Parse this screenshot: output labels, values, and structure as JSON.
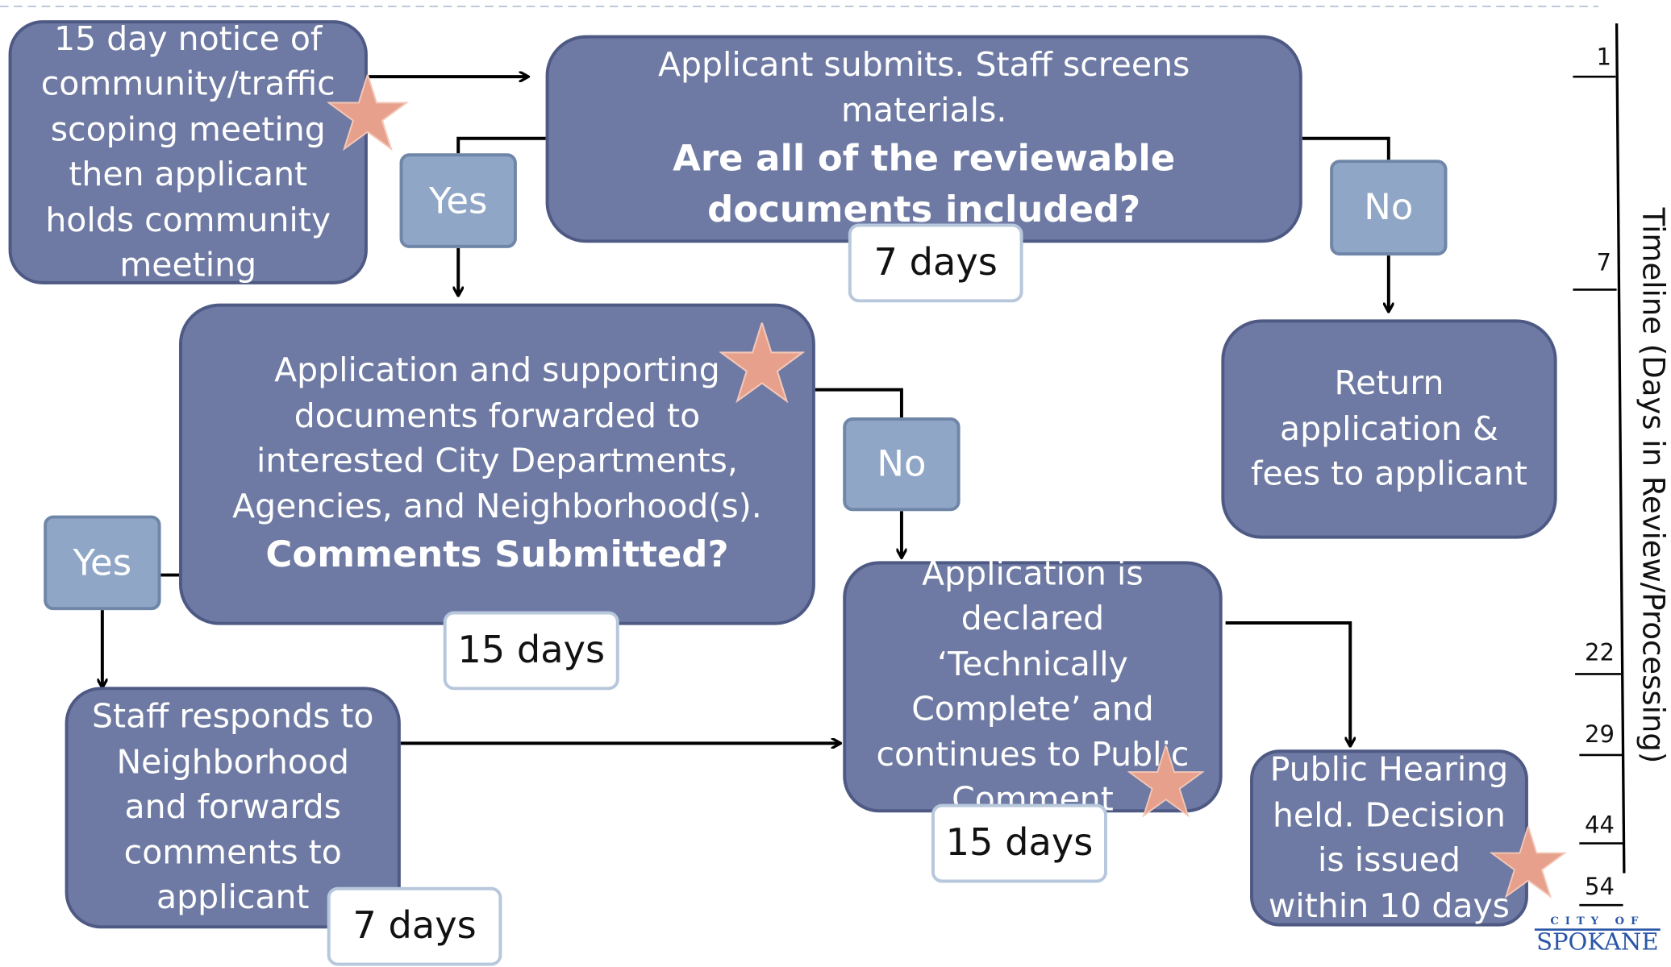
{
  "boxes": {
    "notice": "15 day notice of community/traffic scoping meeting then applicant holds community meeting",
    "submit_line1": "Applicant submits.  Staff screens materials.",
    "submit_question": "Are all of the reviewable documents included?",
    "forward_text": "Application and supporting documents forwarded to interested City Departments, Agencies, and Neighborhood(s).",
    "forward_question": "Comments Submitted?",
    "return_text": "Return application & fees to applicant",
    "complete_text": "Application is declared ‘Technically Complete’ and continues to Public Comment",
    "staff_text": "Staff responds to Neighborhood and forwards comments to applicant",
    "hearing_text": "Public Hearing held. Decision is issued within 10 days"
  },
  "decisions": {
    "yes1": "Yes",
    "no1": "No",
    "no2": "No",
    "yes2": "Yes"
  },
  "durations": {
    "submit": "7 days",
    "forward": "15 days",
    "complete": "15 days",
    "staff": "7 days"
  },
  "timeline": {
    "label": "Timeline (Days in Review/Processing)",
    "ticks": [
      "1",
      "7",
      "22",
      "29",
      "44",
      "54"
    ]
  },
  "logo": {
    "top": "CITY OF",
    "main": "SPOKANE"
  },
  "colors": {
    "box_fill": "#6e7aa3",
    "decision_fill": "#8fa6c6",
    "star_fill": "#e6a08c",
    "logo_blue": "#2a56a8"
  }
}
